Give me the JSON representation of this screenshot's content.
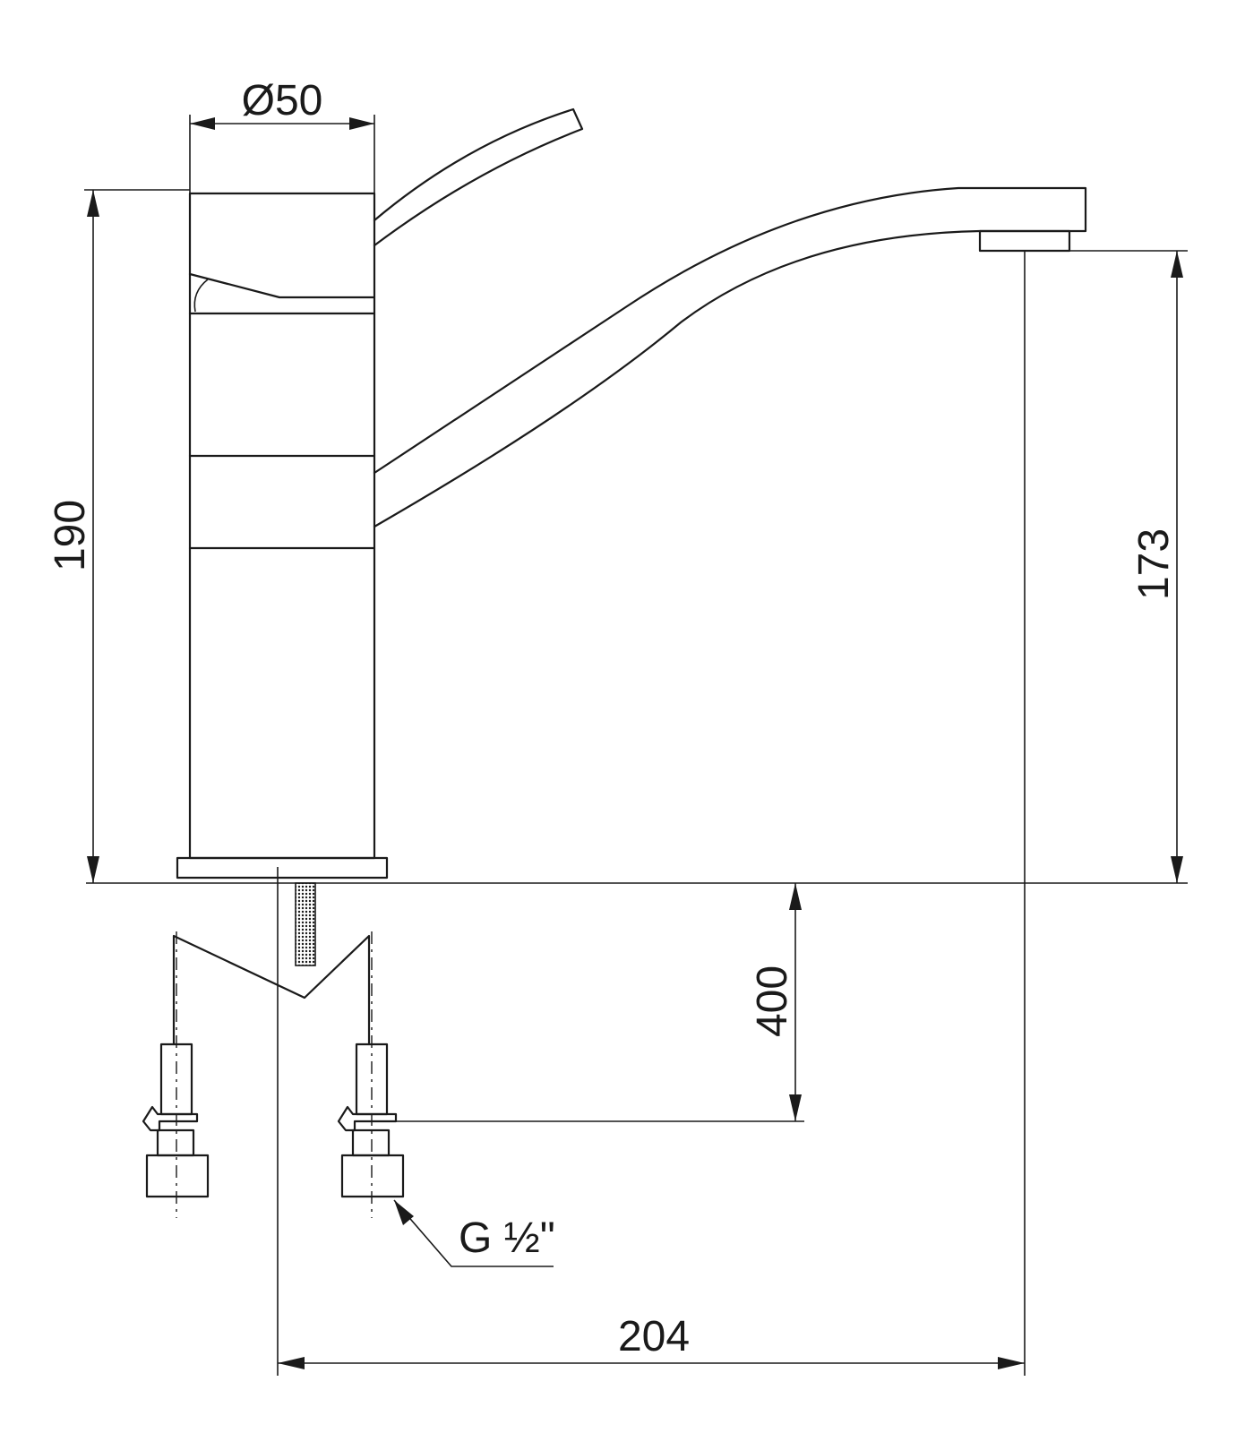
{
  "dimensions": {
    "diameter": "Ø50",
    "total_height": "190",
    "spout_height": "173",
    "hose_length": "400",
    "spout_reach": "204",
    "connection_thread": "G ½\""
  }
}
